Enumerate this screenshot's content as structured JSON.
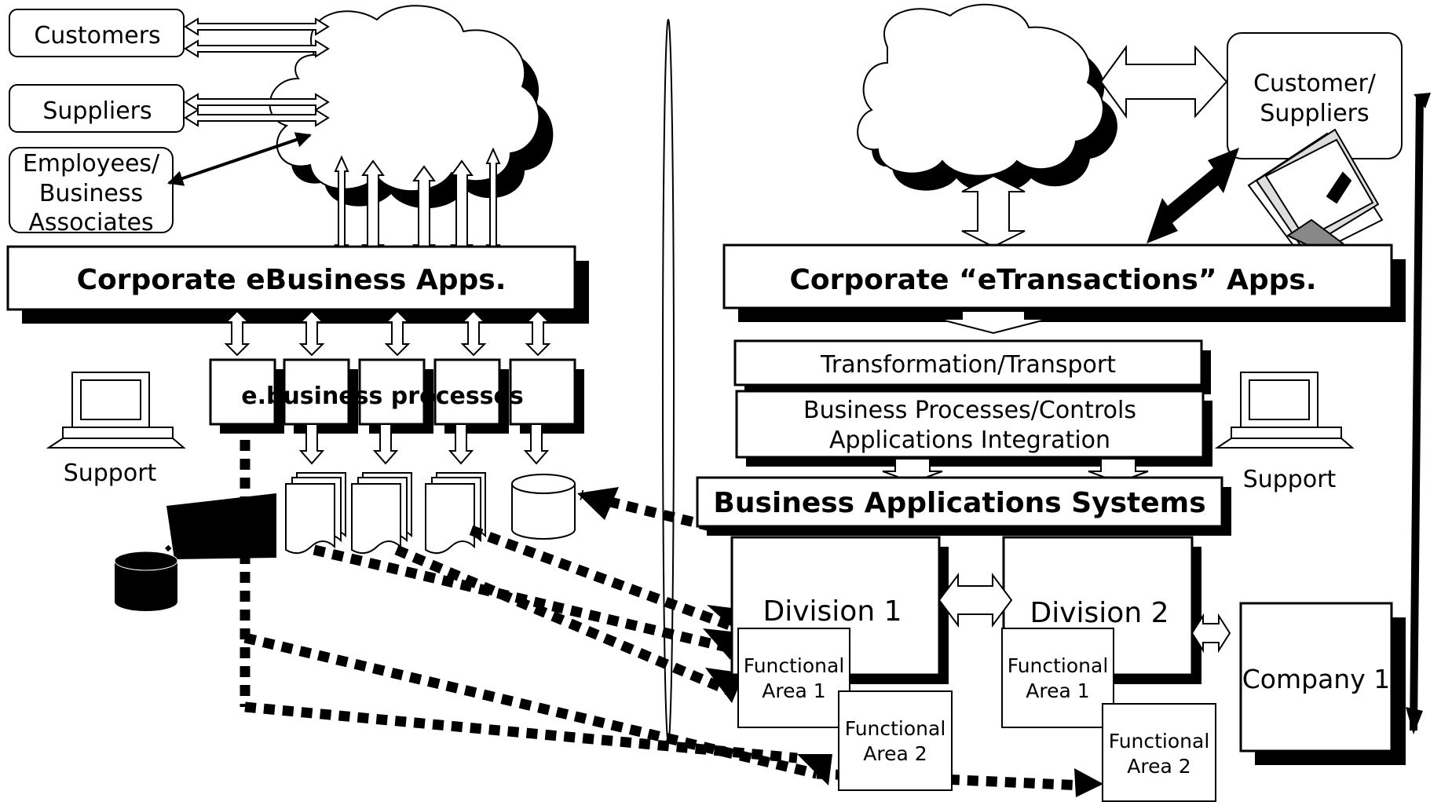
{
  "left": {
    "actors": [
      "Customers",
      "Suppliers"
    ],
    "employees": [
      "Employees/",
      "Business",
      "Associates"
    ],
    "apps_title": "Corporate eBusiness Apps.",
    "processes_label": "e.business processes",
    "support_label": "Support"
  },
  "right": {
    "partner": [
      "Customer/",
      "Suppliers"
    ],
    "apps_title": "Corporate “eTransactions” Apps.",
    "transport": "Transformation/Transport",
    "controls": [
      "Business Processes/Controls",
      "Applications Integration"
    ],
    "bas": "Business Applications Systems",
    "support_label": "Support",
    "division1": "Division 1",
    "division2": "Division 2",
    "company": "Company 1",
    "fa1": [
      "Functional",
      "Area 1"
    ],
    "fa2": [
      "Functional",
      "Area 2"
    ]
  }
}
